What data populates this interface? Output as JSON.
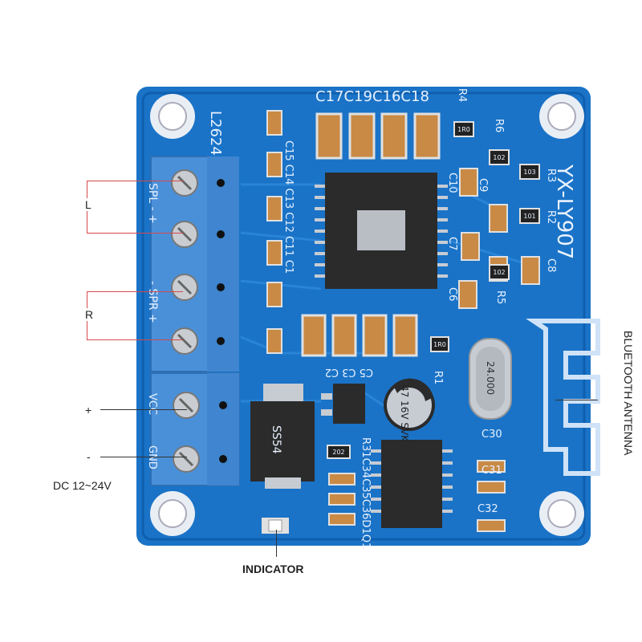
{
  "annotations": {
    "left_channel": "L",
    "right_channel": "R",
    "plus": "+",
    "minus": "-",
    "supply": "DC 12~24V",
    "indicator": "INDICATOR",
    "antenna": "BLUETOOTH ANTENNA"
  },
  "silkscreen": {
    "model": "YX-LY907",
    "chip_ref": "L2624",
    "spk_left": "SPL - +",
    "spk_right": "- SPR +",
    "vcc": "VCC",
    "gnd": "GND",
    "diode": "SS54",
    "top_caps": [
      "C17",
      "C19",
      "C16",
      "C18"
    ],
    "left_caps": [
      "C15",
      "C14",
      "C13",
      "C12",
      "C11",
      "C1"
    ],
    "bottom_caps": [
      "C5",
      "C3",
      "C2"
    ],
    "right_refs": [
      "R4",
      "R6",
      "R3",
      "R2",
      "C8",
      "C9",
      "C10",
      "C7",
      "C6",
      "R5",
      "R1"
    ],
    "lower_refs": [
      "R31",
      "C34",
      "C35",
      "C36",
      "D1",
      "Q1"
    ],
    "bt_refs": [
      "C30",
      "C31",
      "C32"
    ],
    "resistor_codes": [
      "1R0",
      "102",
      "103",
      "101",
      "102",
      "1R0",
      "202"
    ],
    "crystal": "24.000",
    "electrolytic": [
      "47",
      "16V",
      "SVK"
    ]
  },
  "colors": {
    "pcb": "#1a73c7",
    "pcb_dark": "#0f5fae",
    "terminal": "#4a90d9",
    "silk": "#e9f2ff",
    "wire": "#d64a4a"
  },
  "icons": [
    "mounting-hole-icon",
    "screw-terminal-icon",
    "chip-icon",
    "crystal-icon",
    "capacitor-icon",
    "led-icon"
  ]
}
